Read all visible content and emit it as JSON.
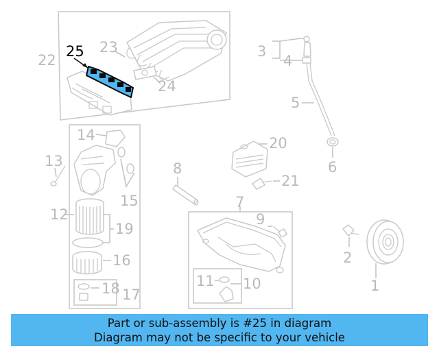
{
  "highlight_color": "#52b6f0",
  "callouts": {
    "c1": "1",
    "c2": "2",
    "c3": "3",
    "c4": "4",
    "c5": "5",
    "c6": "6",
    "c7": "7",
    "c8": "8",
    "c9": "9",
    "c10": "10",
    "c11": "11",
    "c12": "12",
    "c13": "13",
    "c14": "14",
    "c15": "15",
    "c16": "16",
    "c17": "17",
    "c18": "18",
    "c19": "19",
    "c20": "20",
    "c21": "21",
    "c22": "22",
    "c23": "23",
    "c24": "24",
    "c25": "25"
  },
  "banner": {
    "line1": "Part or sub-assembly is #25 in diagram",
    "line2": "Diagram may not be specific to your vehicle"
  }
}
